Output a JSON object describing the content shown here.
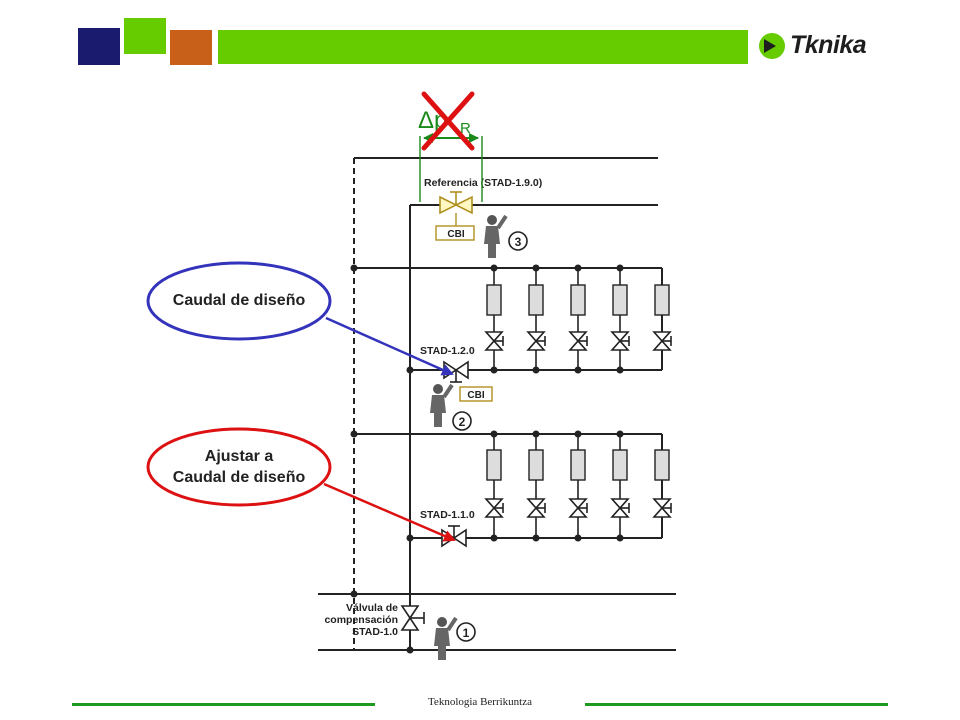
{
  "header": {
    "logo_text": "Tknika",
    "colors": {
      "navy": "#1a1a6e",
      "lime": "#66cc00",
      "orange": "#c8601a",
      "footer_green": "#1f9a1f"
    }
  },
  "diagram": {
    "delta_label": "Δp",
    "delta_subscript": "R",
    "reference_label": "Referencia (STAD-1.9.0)",
    "cbi_label": "CBI",
    "valve_2_label": "STAD-1.2.0",
    "valve_1_label": "STAD-1.1.0",
    "comp_valve_lines": [
      "Válvula de",
      "compensación",
      "STAD-1.0"
    ],
    "step_numbers": [
      "3",
      "2",
      "1"
    ]
  },
  "callouts": {
    "design_flow": {
      "text": "Caudal de diseño",
      "color": "#3333bb"
    },
    "adjust": {
      "line1": "Ajustar a",
      "line2": "Caudal de diseño",
      "color": "#dd1111"
    }
  },
  "footer": {
    "text": "Teknologia Berrikuntza"
  }
}
